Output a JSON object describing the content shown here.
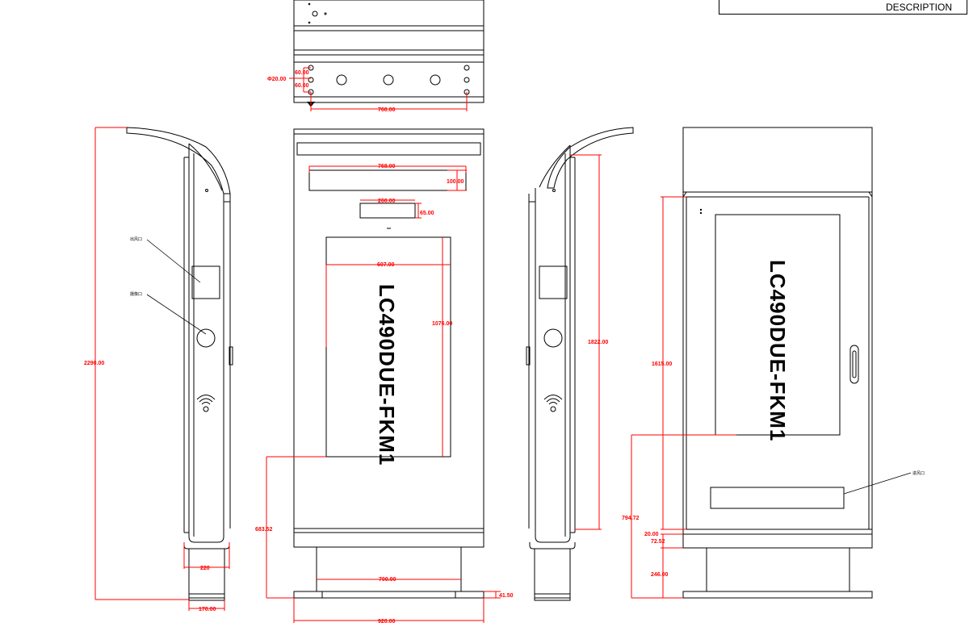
{
  "title_block": {
    "label": "DESCRIPTION"
  },
  "model": "LC490DUE-FKM1",
  "annotations": {
    "air_outlet": "出风口",
    "camera_port": "摄像口",
    "air_inlet": "进风口"
  },
  "dimensions": {
    "top_diameter": "Φ20.00",
    "top_v1": "60.00",
    "top_v2": "60.00",
    "top_width": "760.00",
    "side_height": "2290.00",
    "side_base": "220",
    "side_foot": "170.00",
    "front_slot_w": "768.00",
    "front_slot_h": "100.00",
    "front_small_w": "260.00",
    "front_small_h": "65.00",
    "front_screen_w": "607.00",
    "front_screen_h": "1076.00",
    "front_lower": "683.52",
    "front_base_w": "700.00",
    "front_foot": "41.50",
    "front_total_w": "920.00",
    "right_height": "1822.00",
    "back_height": "1615.00",
    "back_lower": "794.72",
    "back_a": "20.00",
    "back_b": "72.52",
    "back_base": "246.00"
  }
}
